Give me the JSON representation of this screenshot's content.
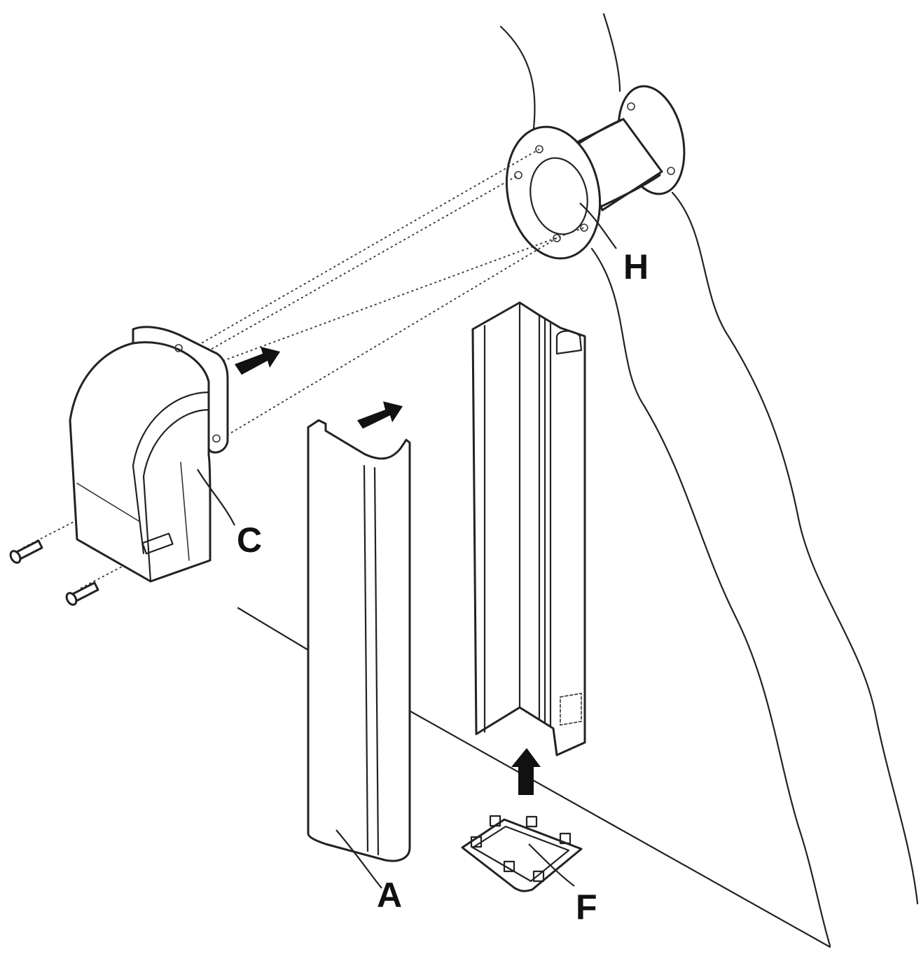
{
  "labels": {
    "H": "H",
    "C": "C",
    "A": "A",
    "F": "F"
  }
}
